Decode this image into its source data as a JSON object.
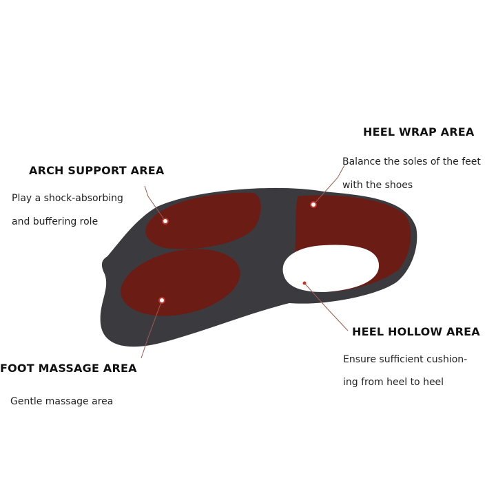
{
  "colors": {
    "background": "#ffffff",
    "insole_body": "#3b3b3f",
    "insole_pad": "#6b1c14",
    "leader_line": "#a05a52",
    "marker_fill": "#ffffff",
    "marker_stroke": "#c0392b"
  },
  "callouts": {
    "arch_support": {
      "title": "ARCH SUPPORT AREA",
      "desc_1": "Play a shock-absorbing",
      "desc_2": "and buffering role"
    },
    "heel_wrap": {
      "title": "HEEL WRAP AREA",
      "desc_1": "Balance the soles of the feet",
      "desc_2": "with the shoes"
    },
    "foot_massage": {
      "title": "FOOT MASSAGE AREA",
      "desc_1": "Gentle massage area"
    },
    "heel_hollow": {
      "title": "HEEL HOLLOW AREA",
      "desc_1": "Ensure sufficient cushion-",
      "desc_2": "ing from heel to heel"
    }
  }
}
